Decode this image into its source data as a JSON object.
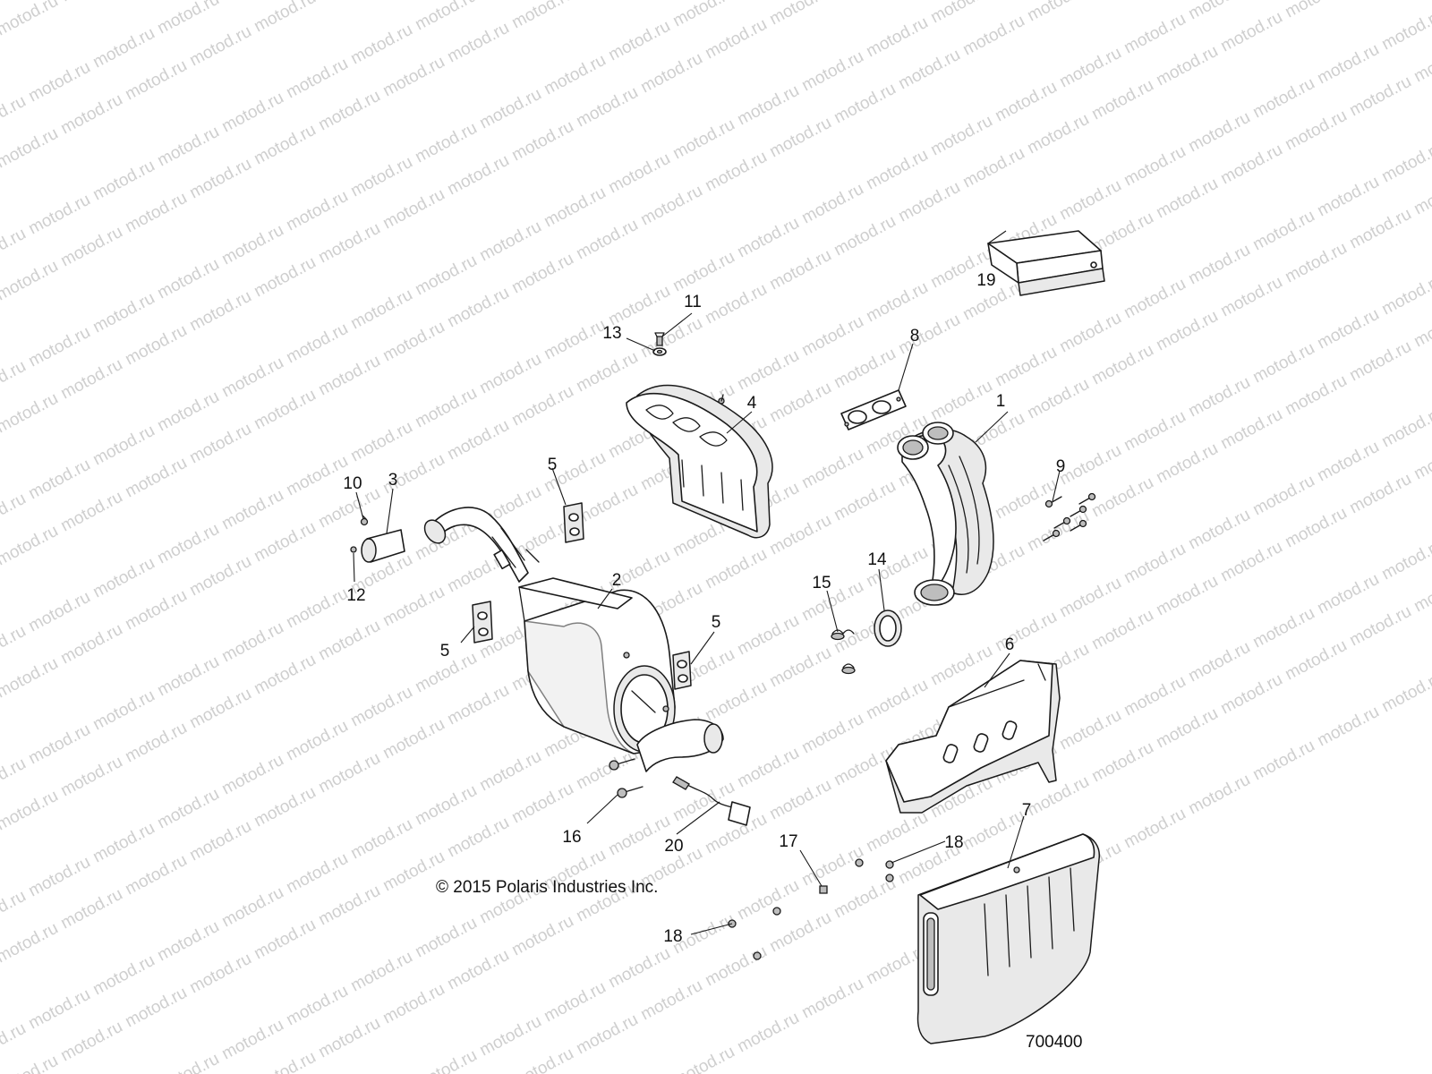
{
  "watermark": {
    "text": "motod.ru"
  },
  "copyright": "© 2015 Polaris Industries Inc.",
  "diagram_number": "700400",
  "callouts": {
    "c1": "1",
    "c2": "2",
    "c3": "3",
    "c4": "4",
    "c5a": "5",
    "c5b": "5",
    "c5c": "5",
    "c6": "6",
    "c7": "7",
    "c8": "8",
    "c9": "9",
    "c10": "10",
    "c11": "11",
    "c12": "12",
    "c13": "13",
    "c14": "14",
    "c15": "15",
    "c16": "16",
    "c17": "17",
    "c18a": "18",
    "c18b": "18",
    "c19": "19",
    "c20": "20"
  }
}
